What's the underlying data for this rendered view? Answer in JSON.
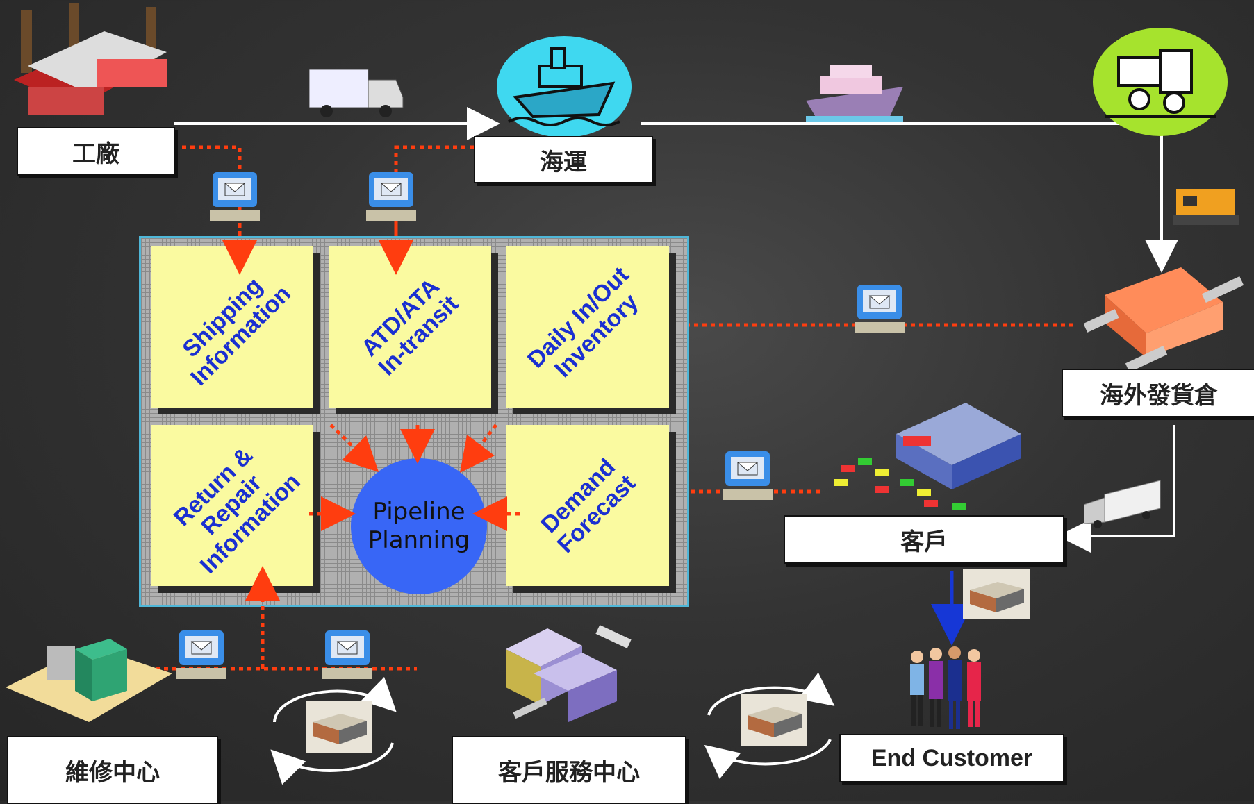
{
  "nodes": {
    "factory": "工廠",
    "shipping": "海運",
    "overseas_warehouse": "海外發貨倉",
    "customer": "客戶",
    "end_customer": "End Customer",
    "repair_center": "維修中心",
    "service_center": "客戶服務中心"
  },
  "notes": {
    "shipping_info": "Shipping\nInformation",
    "atd_ata": "ATD/ATA\nIn-transit",
    "daily_inventory": "Daily In/Out\nInventory",
    "return_repair": "Return &\nRepair\nInformation",
    "demand_forecast": "Demand\nForecast"
  },
  "center": "Pipeline\nPlanning",
  "colors": {
    "dotted_arrow": "#ff3d0f",
    "note_bg": "#fafaa0",
    "note_text": "#1a2fd1",
    "circle": "#3866f6",
    "panel_border": "#4fb7d8",
    "blue_arrow": "#1637d6"
  }
}
